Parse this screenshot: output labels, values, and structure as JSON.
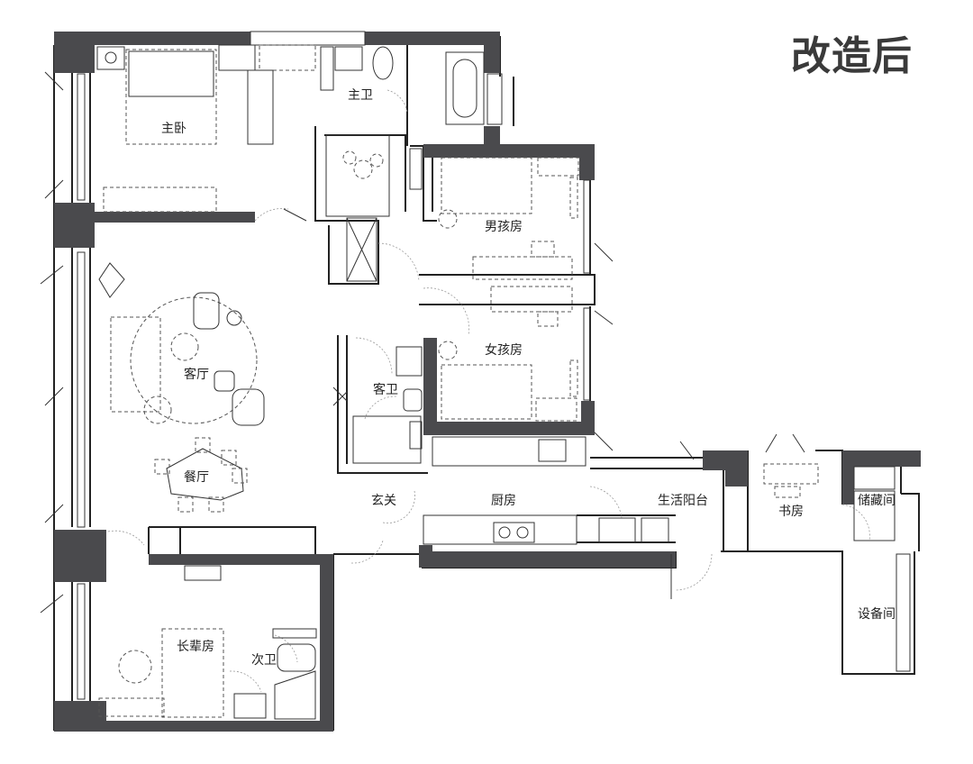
{
  "title": "改造后",
  "rooms": {
    "master_bedroom": "主卧",
    "master_bath": "主卫",
    "boys_room": "男孩房",
    "living_room": "客厅",
    "girls_room": "女孩房",
    "guest_bath": "客卫",
    "dining": "餐厅",
    "entrance": "玄关",
    "kitchen": "厨房",
    "utility_balcony": "生活阳台",
    "study": "书房",
    "storage": "储藏间",
    "equipment": "设备间",
    "elder_room": "长辈房",
    "second_bath": "次卫"
  }
}
